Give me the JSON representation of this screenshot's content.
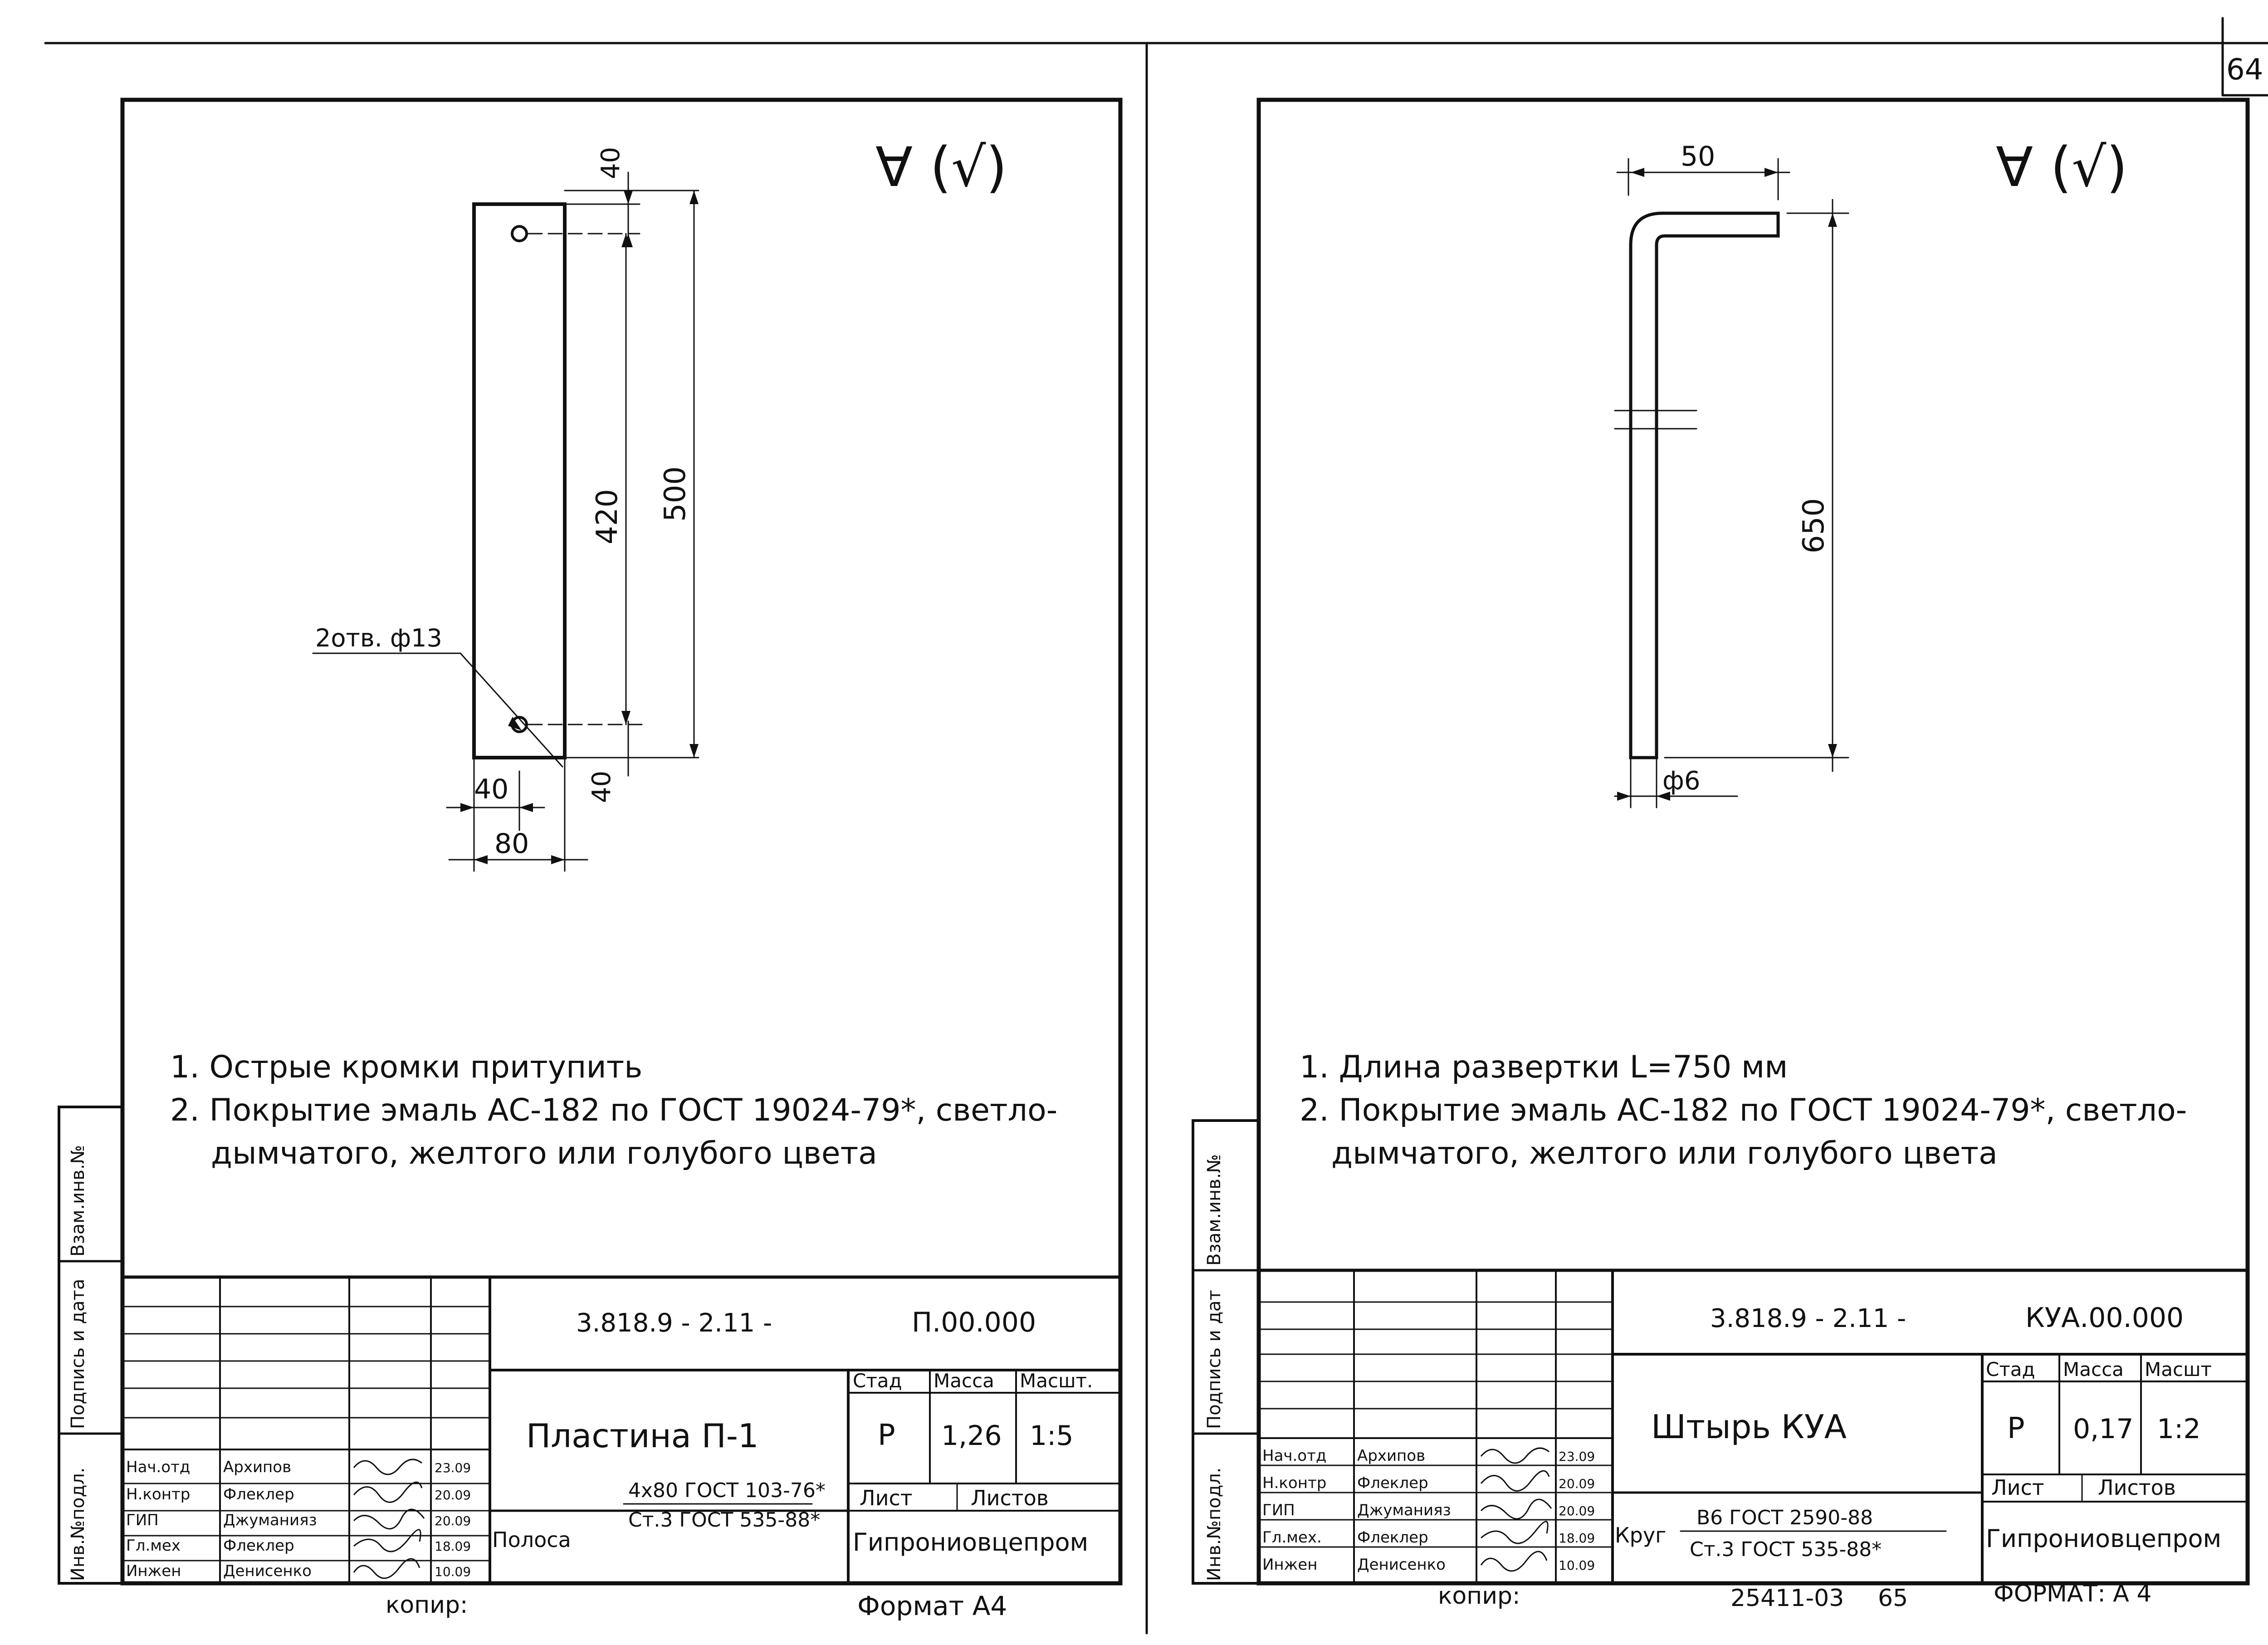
{
  "page_number": "64",
  "left": {
    "roughness": "∀ (√)",
    "dims": {
      "top": "40",
      "mid": "420",
      "total": "500",
      "bottom": "40",
      "hole_offset": "40",
      "width": "80"
    },
    "hole_note": "2отв. ф13",
    "notes": [
      "1. Острые кромки притупить",
      "2. Покрытие эмаль АС-182 по ГОСТ 19024-79*, светло-",
      "дымчатого, желтого или голубого цвета"
    ],
    "margin": [
      "Инв.№подл.",
      "Подпись и дата",
      "Взам.инв.№"
    ],
    "title": {
      "code": "3.818.9 - 2.11 -",
      "code_suffix": "П.00.000",
      "name": "Пластина П-1",
      "head_stage": "Стад",
      "head_mass": "Масса",
      "head_scale": "Масшт.",
      "stage": "Р",
      "mass": "1,26",
      "scale": "1:5",
      "sheet_label": "Лист",
      "sheets_label": "Листов",
      "org": "Гипрониовцепром",
      "material_prefix": "Полоса",
      "material_top": "4х80 ГОСТ 103-76*",
      "material_bottom": "Ст.3 ГОСТ 535-88*",
      "people": [
        {
          "role": "Нач.отд",
          "name": "Архипов",
          "date": "23.09"
        },
        {
          "role": "Н.контр",
          "name": "Флеклер",
          "date": "20.09"
        },
        {
          "role": "ГИП",
          "name": "Джуманияз",
          "date": "20.09"
        },
        {
          "role": "Гл.мех",
          "name": "Флеклер",
          "date": "18.09"
        },
        {
          "role": "Инжен",
          "name": "Денисенко",
          "date": "10.09"
        }
      ]
    },
    "footer_copy": "копир:",
    "footer_format": "Формат А4"
  },
  "right": {
    "roughness": "∀ (√)",
    "dims": {
      "top": "50",
      "length": "650",
      "dia": "ф6"
    },
    "notes": [
      "1. Длина развертки L=750 мм",
      "2. Покрытие эмаль АС-182 по ГОСТ 19024-79*, светло-",
      "дымчатого, желтого или голубого цвета"
    ],
    "margin": [
      "Инв.№подл.",
      "Подпись и дат",
      "Взам.инв.№"
    ],
    "title": {
      "code": "3.818.9 - 2.11 -",
      "code_suffix": "КУА.00.000",
      "name": "Штырь КУА",
      "head_stage": "Стад",
      "head_mass": "Масса",
      "head_scale": "Масшт",
      "stage": "Р",
      "mass": "0,17",
      "scale": "1:2",
      "sheet_label": "Лист",
      "sheets_label": "Листов",
      "org": "Гипрониовцепром",
      "material_prefix": "Круг",
      "material_top": "В6 ГОСТ 2590-88",
      "material_bottom": "Ст.3 ГОСТ 535-88*",
      "people": [
        {
          "role": "Нач.отд",
          "name": "Архипов",
          "date": "23.09"
        },
        {
          "role": "Н.контр",
          "name": "Флеклер",
          "date": "20.09"
        },
        {
          "role": "ГИП",
          "name": "Джуманияз",
          "date": "20.09"
        },
        {
          "role": "Гл.мех.",
          "name": "Флеклер",
          "date": "18.09"
        },
        {
          "role": "Инжен",
          "name": "Денисенко",
          "date": "10.09"
        }
      ]
    },
    "footer_copy": "копир:",
    "footer_number": "25411-03",
    "footer_page": "65",
    "footer_format": "ФОРМАТ: А 4"
  }
}
